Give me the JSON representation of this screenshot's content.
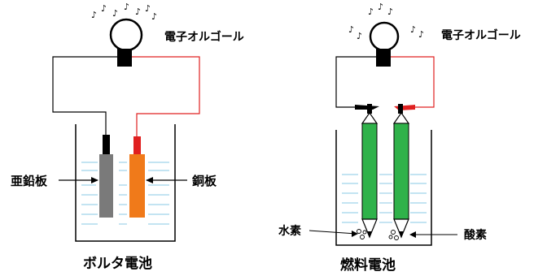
{
  "left_diagram": {
    "device_label": "電子オルゴール",
    "anode_label": "亜鉛板",
    "cathode_label": "銅板",
    "title": "ボルタ電池",
    "colors": {
      "zinc": "#7a7a7a",
      "copper": "#f07a1a",
      "wire_neg": "#000000",
      "wire_pos": "#e02020",
      "water": "#bfe3f2"
    }
  },
  "right_diagram": {
    "device_label": "電子オルゴール",
    "hydrogen_label": "水素",
    "oxygen_label": "酸素",
    "title": "燃料電池",
    "colors": {
      "electrode": "#2fb24a",
      "wire_neg": "#000000",
      "wire_pos": "#e02020",
      "water": "#bfe3f2"
    }
  },
  "music_note": "♪"
}
